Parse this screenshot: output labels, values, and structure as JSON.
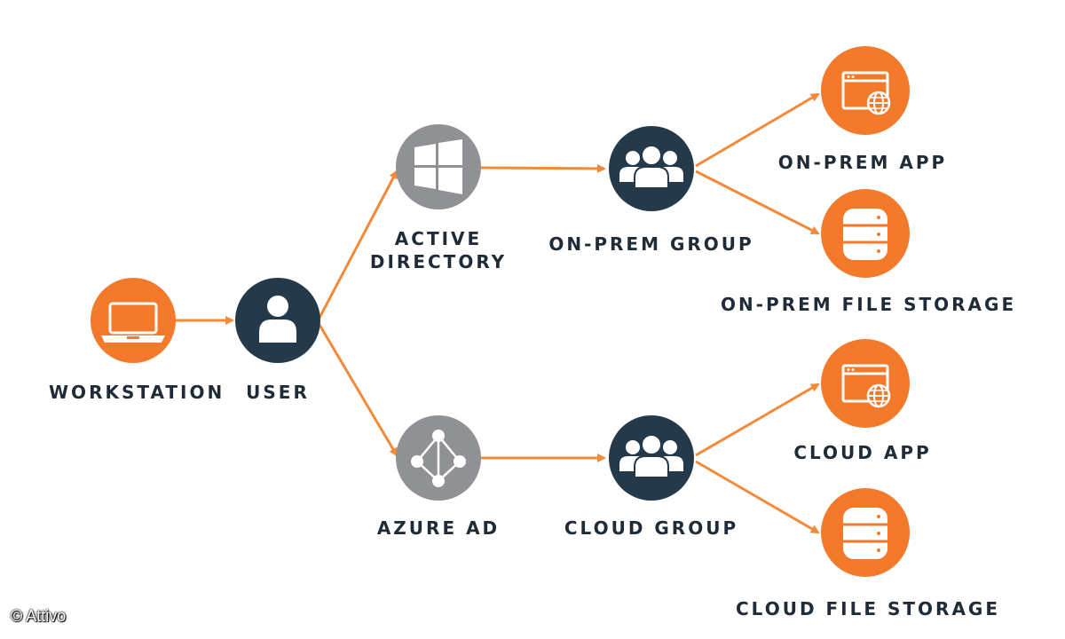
{
  "colors": {
    "orange": "#f27a2a",
    "navy": "#243a4a",
    "gray": "#8f9194",
    "arrow": "#f28a3a",
    "text": "#1f2b36"
  },
  "nodes": {
    "workstation": {
      "label": "WORKSTATION",
      "icon": "laptop-icon"
    },
    "user": {
      "label": "USER",
      "icon": "user-icon"
    },
    "active_directory": {
      "label_line1": "ACTIVE",
      "label_line2": "DIRECTORY",
      "icon": "windows-logo-icon"
    },
    "azure_ad": {
      "label": "AZURE AD",
      "icon": "network-nodes-icon"
    },
    "onprem_group": {
      "label": "ON-PREM GROUP",
      "icon": "group-icon"
    },
    "cloud_group": {
      "label": "CLOUD GROUP",
      "icon": "group-icon"
    },
    "onprem_app": {
      "label": "ON-PREM APP",
      "icon": "browser-globe-icon"
    },
    "onprem_storage": {
      "label": "ON-PREM FILE STORAGE",
      "icon": "database-icon"
    },
    "cloud_app": {
      "label": "CLOUD APP",
      "icon": "browser-globe-icon"
    },
    "cloud_storage": {
      "label": "CLOUD FILE STORAGE",
      "icon": "database-icon"
    }
  },
  "copyright": "© Attivo"
}
